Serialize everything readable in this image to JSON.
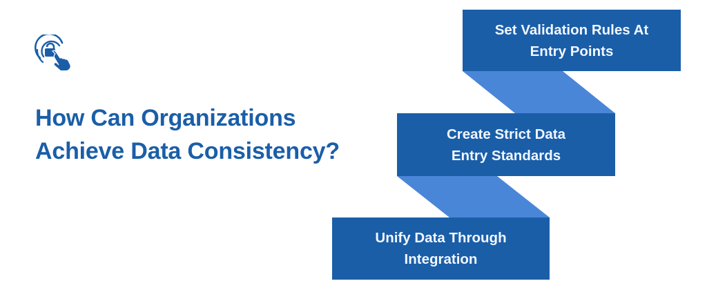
{
  "logo": {
    "icon": "touch-lock-icon",
    "color": "#1b5ea8"
  },
  "headline": {
    "line1": "How Can Organizations",
    "line2": "Achieve Data Consistency?"
  },
  "colors": {
    "box": "#1a5ea8",
    "connector": "#4a86d8",
    "headline": "#1b5ea8",
    "box_text": "#f2f7ff"
  },
  "steps": [
    {
      "line1": "Set Validation Rules At",
      "line2": "Entry Points"
    },
    {
      "line1": "Create Strict Data",
      "line2": "Entry Standards"
    },
    {
      "line1": "Unify Data Through",
      "line2": "Integration"
    }
  ]
}
